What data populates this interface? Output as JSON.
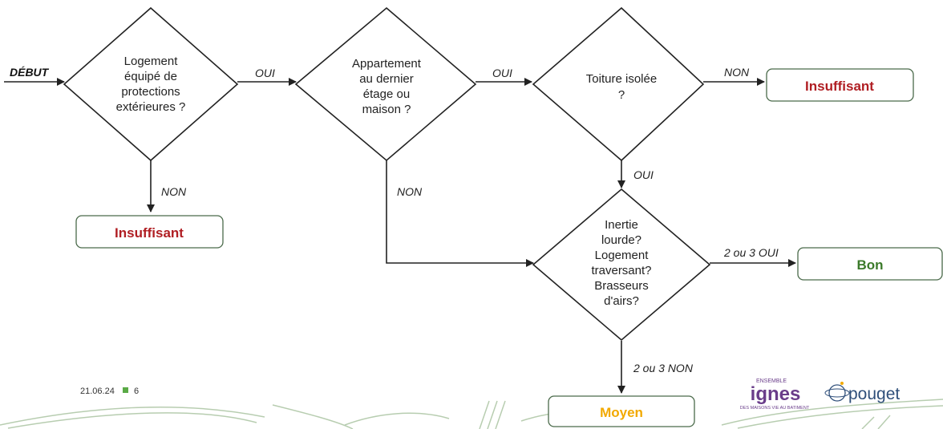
{
  "start": "DÉBUT",
  "decisions": {
    "d1": [
      "Logement",
      "équipé de",
      "protections",
      "extérieures ?"
    ],
    "d2": [
      "Appartement",
      "au dernier",
      "étage ou",
      "maison ?"
    ],
    "d3": [
      "Toiture isolée",
      "?"
    ],
    "d4": [
      "Inertie",
      "lourde?",
      "Logement",
      "traversant?",
      "Brasseurs",
      "d'airs?"
    ]
  },
  "edge_labels": {
    "d1_yes": "OUI",
    "d2_yes": "OUI",
    "d3_no": "NON",
    "d1_no": "NON",
    "d2_no": "NON",
    "d3_yes": "OUI",
    "d4_yes": "2 ou 3 OUI",
    "d4_no": "2 ou 3 NON"
  },
  "results": {
    "insuffisant_top": "Insuffisant",
    "insuffisant_left": "Insuffisant",
    "bon": "Bon",
    "moyen": "Moyen"
  },
  "colors": {
    "insuffisant": "#b01e23",
    "bon": "#3b7a2a",
    "moyen": "#f2a900",
    "footer_square": "#5aaa46"
  },
  "footer": {
    "date": "21.06.24",
    "page": "6"
  },
  "logos": {
    "ignes_small_top": "ENSEMBLE",
    "ignes_word": "ignes",
    "ignes_small_bottom": "DES MAISONS VIE AU BATIMENT",
    "pouget_word": "pouget"
  }
}
